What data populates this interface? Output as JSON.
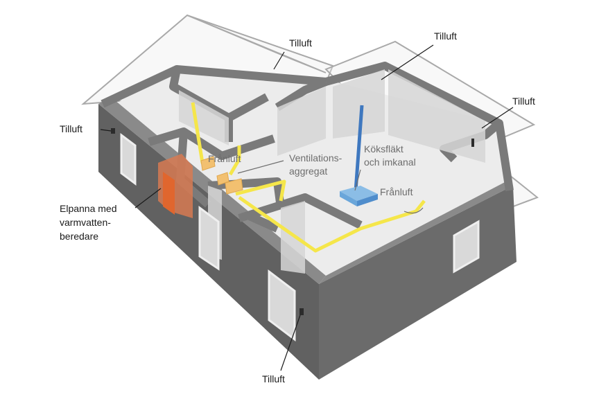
{
  "labels": {
    "tilluft_1": "Tilluft",
    "tilluft_2": "Tilluft",
    "tilluft_3": "Tilluft",
    "tilluft_4": "Tilluft",
    "tilluft_5": "Tilluft",
    "franluft_1": "Frånluft",
    "franluft_2": "Frånluft",
    "ventilation_line1": "Ventilations-",
    "ventilation_line2": "aggregat",
    "koksflakt_line1": "Köksfläkt",
    "koksflakt_line2": "och imkanal",
    "elpanna_line1": "Elpanna med",
    "elpanna_line2": "varmvatten-",
    "elpanna_line3": "beredare"
  },
  "colors": {
    "wall": "#5f5f5f",
    "wall_top": "#7a7a7a",
    "floor": "#e9e9e9",
    "roof_outline": "#a9a9a9",
    "supply_duct": "#f5e64a",
    "ventilation_unit": "#f2c070",
    "boiler": "#e0662e",
    "kitchen_hood": "#6aa6da",
    "exhaust_chimney": "#3f78bf"
  }
}
